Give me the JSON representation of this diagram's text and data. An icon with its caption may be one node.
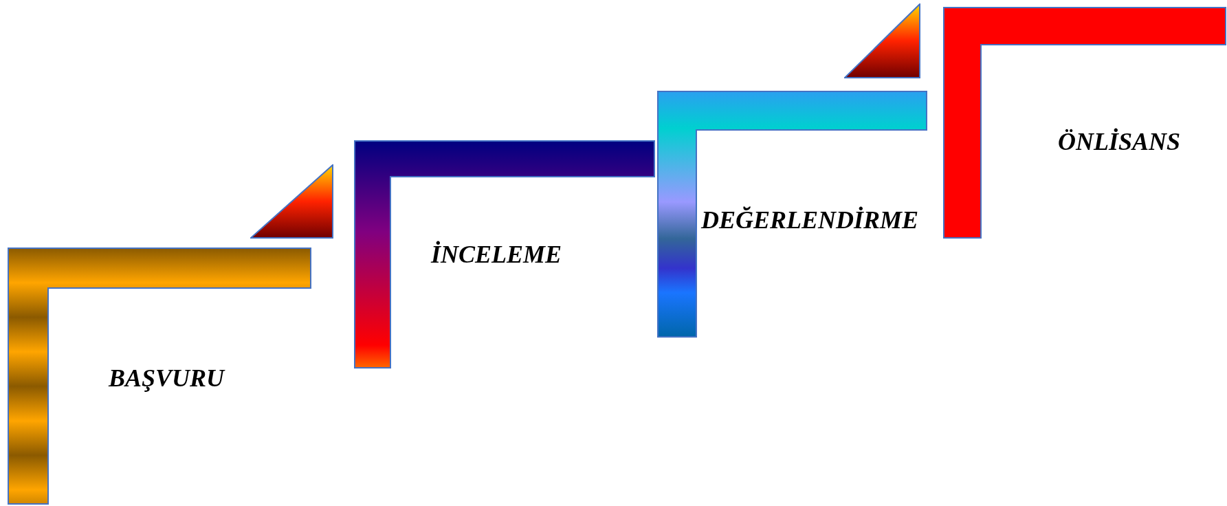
{
  "diagram": {
    "nodes": [
      {
        "text": [
          "BAŞVURU"
        ]
      },
      {
        "text": [],
        "shape": "triangle"
      },
      {
        "text": [
          "İNCELEME"
        ]
      },
      {
        "text": [
          "DEĞERLENDİRME"
        ]
      },
      {
        "text": [],
        "shape": "triangle"
      },
      {
        "text": [
          "ÖNLİSANS"
        ]
      }
    ]
  }
}
